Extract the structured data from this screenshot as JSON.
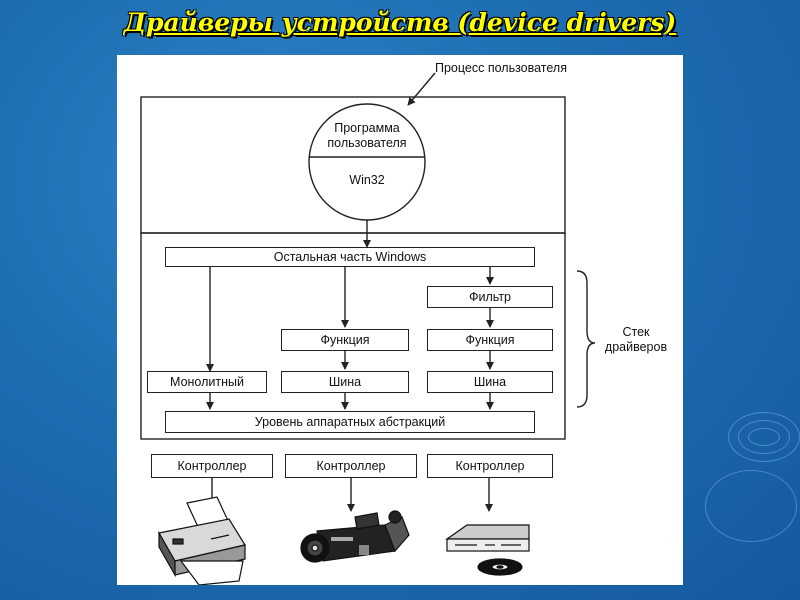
{
  "title": "Драйверы устройств (device drivers)",
  "diagram": {
    "user_process_label": "Процесс пользователя",
    "user_program_label": "Программа пользователя",
    "win32_label": "Win32",
    "rest_of_windows_label": "Остальная часть Windows",
    "filter_label": "Фильтр",
    "function_labels": [
      "Функция",
      "Функция"
    ],
    "monolithic_label": "Монолитный",
    "bus_labels": [
      "Шина",
      "Шина"
    ],
    "hal_label": "Уровень аппаратных абстракций",
    "driver_stack_label": "Стек драйверов",
    "controller_labels": [
      "Контроллер",
      "Контроллер",
      "Контроллер"
    ],
    "devices": [
      "printer-icon",
      "camcorder-icon",
      "cd-player-icon"
    ]
  },
  "colors": {
    "background": "#1f6fb3",
    "title": "#ffff00",
    "diagram_background": "#ffffff",
    "line": "#222222"
  }
}
